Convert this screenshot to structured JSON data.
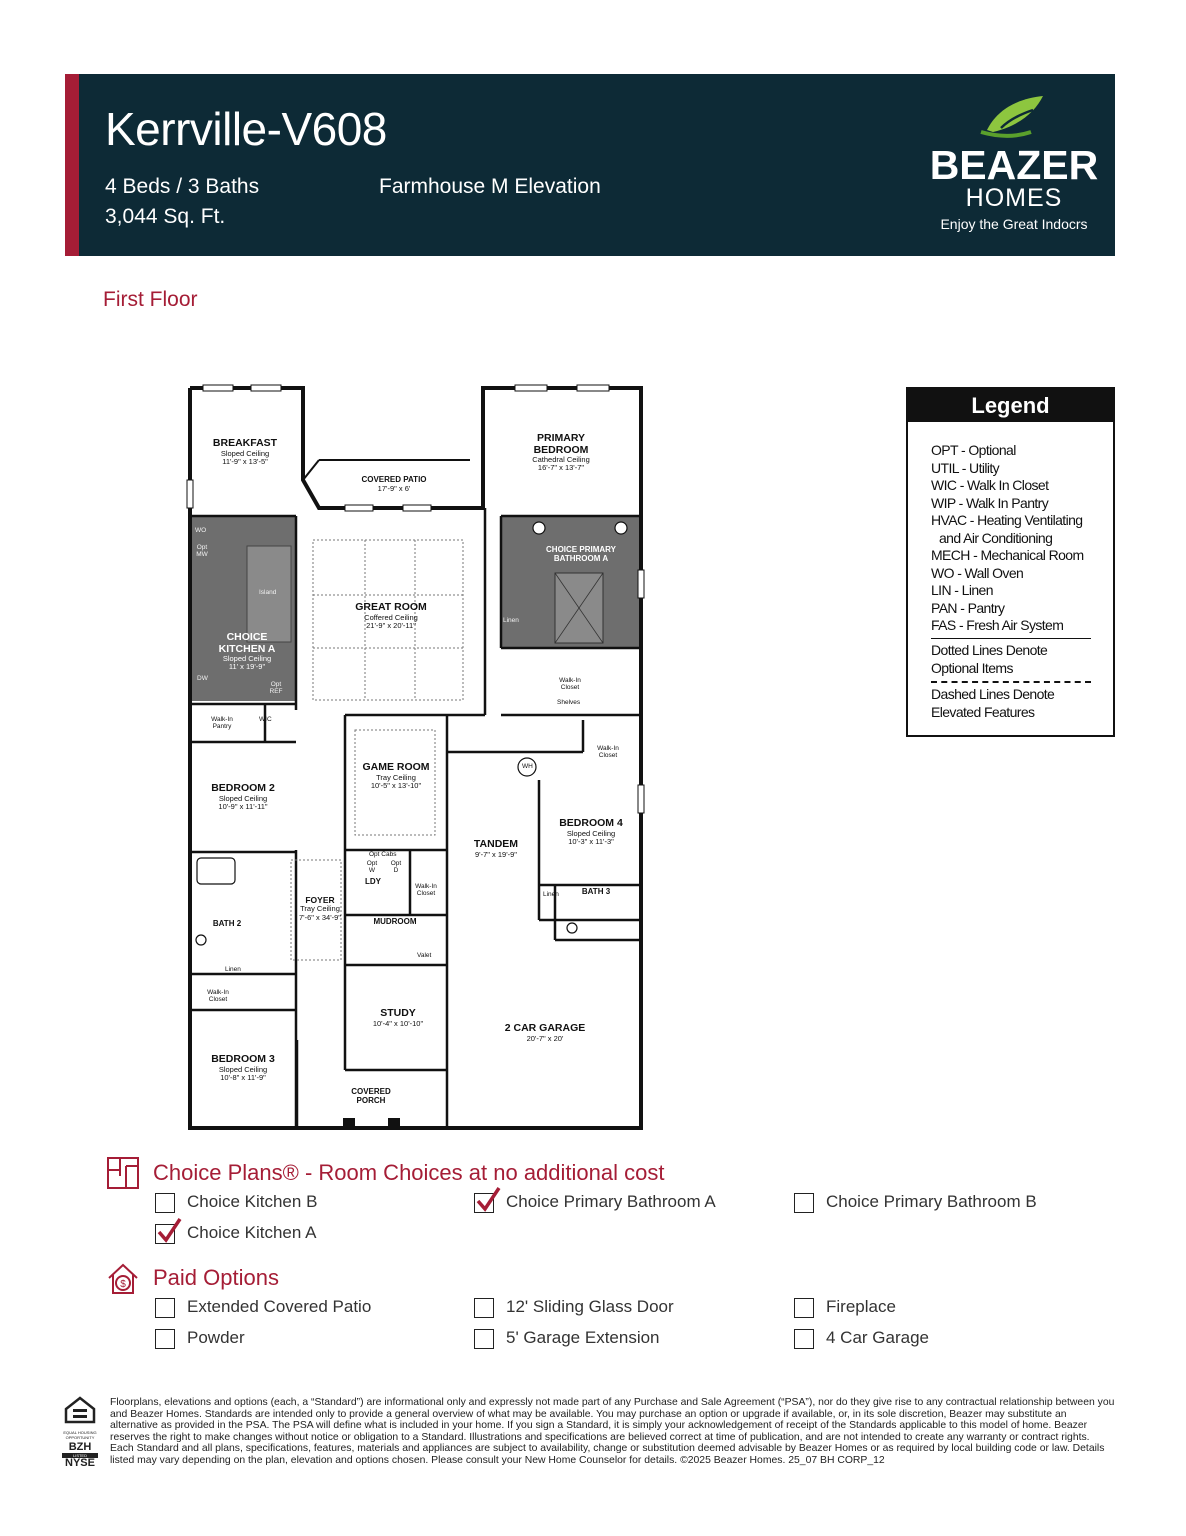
{
  "header": {
    "plan_name": "Kerrville-V608",
    "beds_baths": "4 Beds / 3 Baths",
    "sqft": "3,044 Sq. Ft.",
    "elevation": "Farmhouse M Elevation",
    "accent_color": "#a51d36",
    "banner_color": "#0d2a36"
  },
  "logo": {
    "brand": "BEAZER",
    "sub": "HOMES",
    "tagline": "Enjoy the Great Indocrs",
    "leaf_color": "#8dc63f"
  },
  "floor_title": "First Floor",
  "rooms": {
    "breakfast": {
      "name": "BREAKFAST",
      "ceiling": "Sloped Ceiling",
      "dims": "11'-9\" x 13'-5\""
    },
    "covered_patio": {
      "name": "COVERED PATIO",
      "dims": "17'-9\" x 6'"
    },
    "primary_bedroom": {
      "name": "PRIMARY BEDROOM",
      "ceiling": "Cathedral Ceiling",
      "dims": "16'-7\" x 13'-7\""
    },
    "choice_primary_bath": {
      "name": "CHOICE PRIMARY BATHROOM A"
    },
    "great_room": {
      "name": "GREAT ROOM",
      "ceiling": "Coffered Ceiling",
      "dims": "21'-9\" x 20'-11\""
    },
    "choice_kitchen": {
      "name": "CHOICE KITCHEN A",
      "ceiling": "Sloped Ceiling",
      "dims": "11' x 19'-9\""
    },
    "bedroom2": {
      "name": "BEDROOM 2",
      "ceiling": "Sloped Ceiling",
      "dims": "10'-9\" x 11'-11\""
    },
    "game_room": {
      "name": "GAME ROOM",
      "ceiling": "Tray Ceiling",
      "dims": "10'-5\" x 13'-10\""
    },
    "tandem": {
      "name": "TANDEM",
      "dims": "9'-7\" x 19'-9\""
    },
    "bedroom4": {
      "name": "BEDROOM 4",
      "ceiling": "Sloped Ceiling",
      "dims": "10'-3\" x 11'-3\""
    },
    "foyer": {
      "name": "FOYER",
      "ceiling": "Tray Ceiling",
      "dims": "7'-6\" x 34'-9\""
    },
    "bath2": {
      "name": "BATH 2"
    },
    "bath3": {
      "name": "BATH 3"
    },
    "mudroom": {
      "name": "MUDROOM"
    },
    "study": {
      "name": "STUDY",
      "dims": "10'-4\" x 10'-10\""
    },
    "garage": {
      "name": "2 CAR GARAGE",
      "dims": "20'-7\" x 20'"
    },
    "bedroom3": {
      "name": "BEDROOM 3",
      "ceiling": "Sloped Ceiling",
      "dims": "10'-8\" x 11'-9\""
    },
    "covered_porch": {
      "name": "COVERED PORCH"
    }
  },
  "small_labels": {
    "wo": "WO",
    "opt_mw": "Opt MW",
    "island": "Island",
    "dw": "DW",
    "opt_ref": "Opt REF",
    "walkin_pantry": "Walk-In Pantry",
    "wic": "WIC",
    "linen": "Linen",
    "walkin_closet": "Walk-In Closet",
    "shelves": "Shelves",
    "wh": "WH",
    "opt_cabs": "Opt Cabs",
    "opt_w": "Opt W",
    "opt_d": "Opt D",
    "ldy": "LDY",
    "valet": "Valet"
  },
  "legend": {
    "title": "Legend",
    "items": [
      "OPT - Optional",
      "UTIL - Utility",
      "WIC - Walk In Closet",
      "WIP - Walk In Pantry",
      "HVAC - Heating Ventilating",
      "and Air Conditioning",
      "MECH - Mechanical Room",
      "WO - Wall Oven",
      "LIN - Linen",
      "PAN - Pantry",
      "FAS - Fresh Air System"
    ],
    "dotted_note_1": "Dotted Lines Denote",
    "dotted_note_2": "Optional Items",
    "dashed_note_1": "Dashed Lines Denote",
    "dashed_note_2": "Elevated Features"
  },
  "choice_plans": {
    "title": "Choice Plans® - Room Choices at no additional cost",
    "options": [
      {
        "label": "Choice Kitchen B",
        "checked": false
      },
      {
        "label": "Choice Primary Bathroom A",
        "checked": true
      },
      {
        "label": "Choice Primary Bathroom B",
        "checked": false
      },
      {
        "label": "Choice Kitchen A",
        "checked": true
      }
    ]
  },
  "paid_options": {
    "title": "Paid Options",
    "options": [
      {
        "label": "Extended Covered Patio",
        "checked": false
      },
      {
        "label": "12' Sliding Glass Door",
        "checked": false
      },
      {
        "label": "Fireplace",
        "checked": false
      },
      {
        "label": "Powder",
        "checked": false
      },
      {
        "label": "5' Garage Extension",
        "checked": false
      },
      {
        "label": "4 Car Garage",
        "checked": false
      }
    ]
  },
  "footer": {
    "eho_text": "EQUAL HOUSING OPPORTUNITY",
    "ticker_1": "BZH",
    "ticker_2": "LISTED",
    "ticker_3": "NYSE",
    "disclaimer": "Floorplans, elevations and options (each, a “Standard”) are informational only and expressly not made part of any Purchase and Sale Agreement (“PSA”), nor do they give rise to any contractual relationship between you and Beazer Homes. Standards are intended only to provide a general overview of what may be available. You may purchase an option or upgrade if available, or, in its sole discretion, Beazer may substitute an alternative as provided in the PSA. The PSA will define what is included in your home. If you sign a Standard, it is simply your acknowledgement of receipt of the Standards applicable to this model of home. Beazer reserves the right to make changes without notice or obligation to a Standard. Illustrations and specifications are believed correct at time of publication, and are not intended to create any warranty or contract rights. Each Standard and all plans, specifications, features, materials and appliances are subject to availability, change or substitution deemed advisable by Beazer Homes or as required by local building code or law. Details listed may vary depending on the plan, elevation and options chosen. Please consult your New Home Counselor for details. ©2025 Beazer Homes. 25_07 BH CORP_12"
  }
}
